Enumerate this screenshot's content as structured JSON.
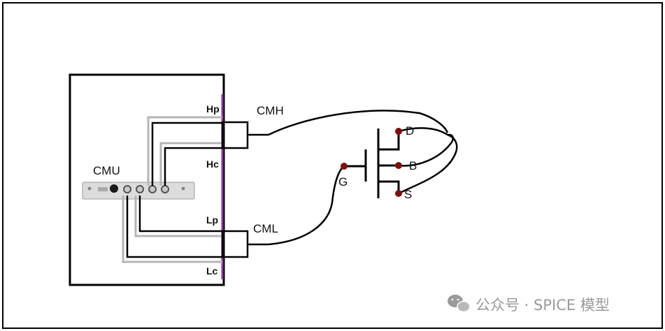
{
  "labels": {
    "cmu": "CMU",
    "cmh": "CMH",
    "cml": "CML",
    "hp": "Hp",
    "hc": "Hc",
    "lp": "Lp",
    "lc": "Lc",
    "drain": "D",
    "gate": "G",
    "bulk": "B",
    "source": "S"
  },
  "watermark": {
    "text": "公众号 · SPICE 模型",
    "icon": "wechat-icon"
  },
  "colors": {
    "wire": "#000000",
    "cable_gray": "#b5b5b5",
    "terminal_dot": "#7a1010",
    "panel_edge": "#8a3a9a",
    "watermark": "#9a9a9a"
  }
}
